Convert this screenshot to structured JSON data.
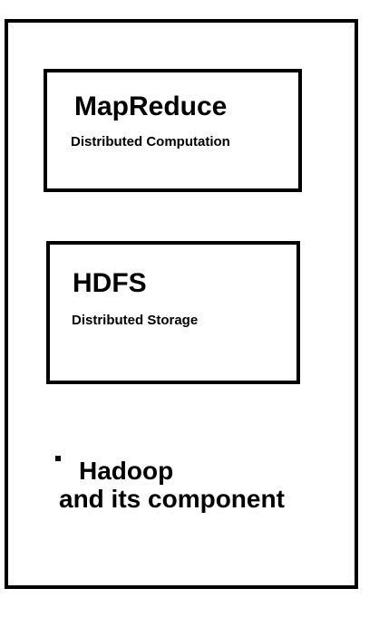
{
  "components": [
    {
      "title": "MapReduce",
      "subtitle": "Distributed Computation"
    },
    {
      "title": "HDFS",
      "subtitle": "Distributed Storage"
    }
  ],
  "caption": {
    "line1": "Hadoop",
    "line2": "and its component"
  },
  "colors": {
    "stroke": "#000000",
    "background": "#ffffff"
  }
}
